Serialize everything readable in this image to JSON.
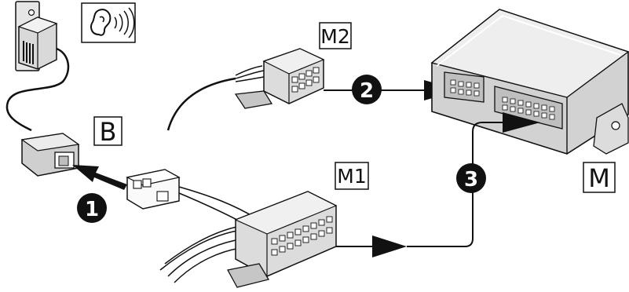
{
  "labels": {
    "siren_connector": "B",
    "module": "M",
    "connector_m1": "M1",
    "connector_m2": "M2"
  },
  "steps": [
    "1",
    "2",
    "3"
  ],
  "icons": {
    "sound": "ear-sound-icon"
  },
  "colors": {
    "ink": "#111111",
    "body_gray": "#d7d7d7",
    "light_gray": "#eeeeee",
    "dark_gray": "#8a8a8a"
  }
}
